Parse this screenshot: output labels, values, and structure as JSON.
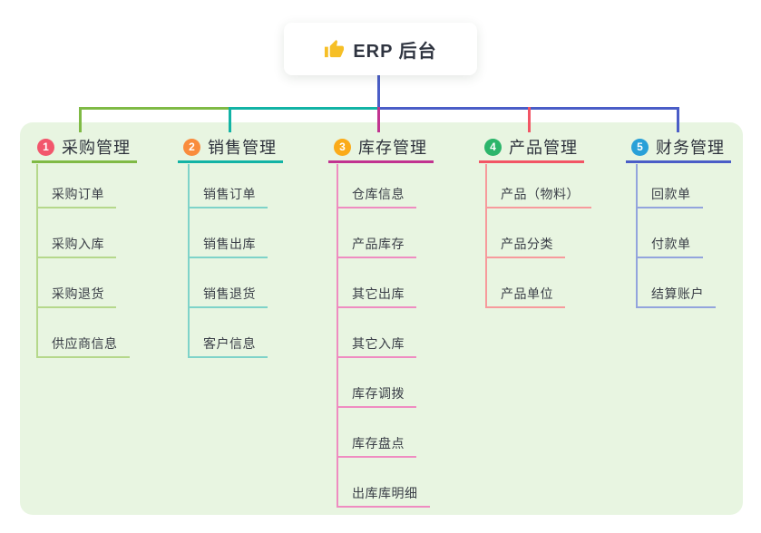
{
  "root": {
    "title": "ERP 后台",
    "icon": "thumbs-up-icon",
    "line_color": "#4a5dc7"
  },
  "panel": {
    "background": "#e8f5e1"
  },
  "branches": [
    {
      "index": "1",
      "label": "采购管理",
      "badge_color": "#f2566c",
      "line_color": "#7fba45",
      "item_line_color": "#b5d88b",
      "items": [
        "采购订单",
        "采购入库",
        "采购退货",
        "供应商信息"
      ]
    },
    {
      "index": "2",
      "label": "销售管理",
      "badge_color": "#f98c3d",
      "line_color": "#12b3a5",
      "item_line_color": "#7ed3c9",
      "items": [
        "销售订单",
        "销售出库",
        "销售退货",
        "客户信息"
      ]
    },
    {
      "index": "3",
      "label": "库存管理",
      "badge_color": "#fbab19",
      "line_color": "#c13390",
      "item_line_color": "#ef8cc1",
      "items": [
        "仓库信息",
        "产品库存",
        "其它出库",
        "其它入库",
        "库存调拨",
        "库存盘点",
        "出库库明细"
      ]
    },
    {
      "index": "4",
      "label": "产品管理",
      "badge_color": "#2cb56b",
      "line_color": "#f25565",
      "item_line_color": "#f79a9c",
      "items": [
        "产品（物料）",
        "产品分类",
        "产品单位"
      ]
    },
    {
      "index": "5",
      "label": "财务管理",
      "badge_color": "#29a0d8",
      "line_color": "#4a5dc7",
      "item_line_color": "#93a4dd",
      "items": [
        "回款单",
        "付款单",
        "结算账户"
      ]
    }
  ]
}
